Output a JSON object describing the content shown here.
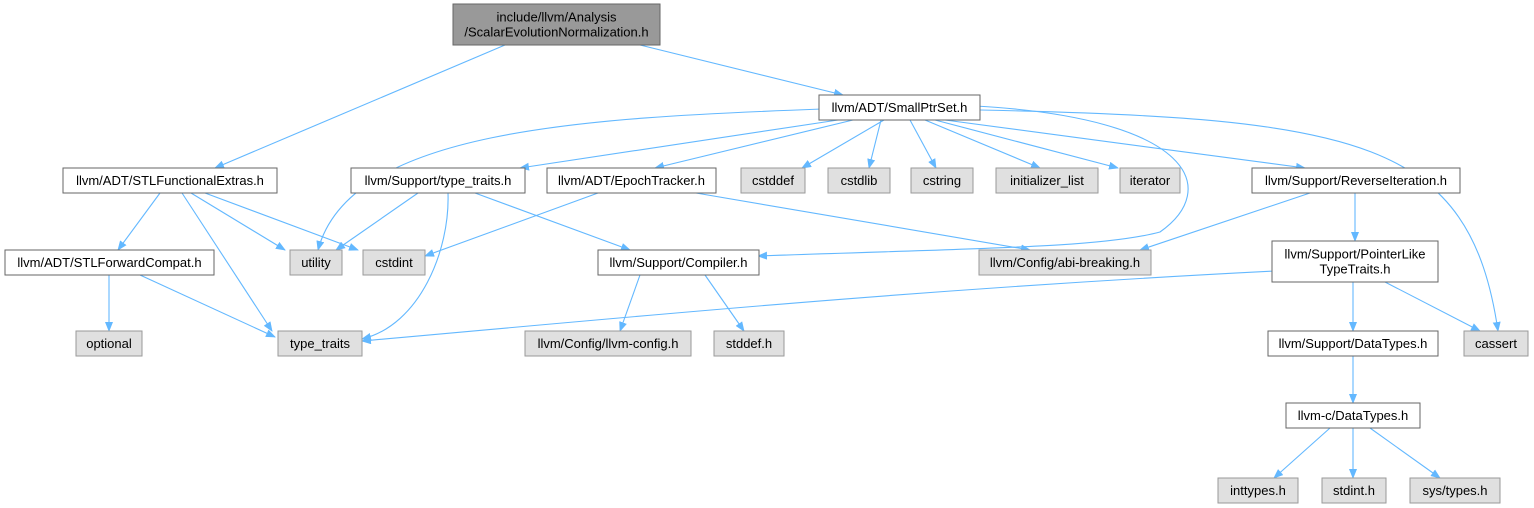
{
  "diagram": {
    "colors": {
      "root_fill": "#999999",
      "root_stroke": "#666666",
      "file_fill": "#ffffff",
      "file_stroke": "#666666",
      "system_fill": "#e0e0e0",
      "system_stroke": "#999999",
      "edge": "#63b8ff"
    },
    "nodes": {
      "root": {
        "lines": [
          "include/llvm/Analysis",
          "/ScalarEvolutionNormalization.h"
        ],
        "kind": "root"
      },
      "smallptrset": {
        "lines": [
          "llvm/ADT/SmallPtrSet.h"
        ],
        "kind": "file"
      },
      "stlfunctionalextras": {
        "lines": [
          "llvm/ADT/STLFunctionalExtras.h"
        ],
        "kind": "file"
      },
      "stlforwardcompat": {
        "lines": [
          "llvm/ADT/STLForwardCompat.h"
        ],
        "kind": "file"
      },
      "optional": {
        "lines": [
          "optional"
        ],
        "kind": "system"
      },
      "type_traits": {
        "lines": [
          "type_traits"
        ],
        "kind": "system"
      },
      "utility": {
        "lines": [
          "utility"
        ],
        "kind": "system"
      },
      "cstdint": {
        "lines": [
          "cstdint"
        ],
        "kind": "system"
      },
      "support_type_traits": {
        "lines": [
          "llvm/Support/type_traits.h"
        ],
        "kind": "file"
      },
      "epochtracker": {
        "lines": [
          "llvm/ADT/EpochTracker.h"
        ],
        "kind": "file"
      },
      "cstddef": {
        "lines": [
          "cstddef"
        ],
        "kind": "system"
      },
      "cstdlib": {
        "lines": [
          "cstdlib"
        ],
        "kind": "system"
      },
      "cstring": {
        "lines": [
          "cstring"
        ],
        "kind": "system"
      },
      "initializer_list": {
        "lines": [
          "initializer_list"
        ],
        "kind": "system"
      },
      "iterator": {
        "lines": [
          "iterator"
        ],
        "kind": "system"
      },
      "reverseiteration": {
        "lines": [
          "llvm/Support/ReverseIteration.h"
        ],
        "kind": "file"
      },
      "compiler": {
        "lines": [
          "llvm/Support/Compiler.h"
        ],
        "kind": "file"
      },
      "abibreaking": {
        "lines": [
          "llvm/Config/abi-breaking.h"
        ],
        "kind": "system"
      },
      "pointerliketypetraits": {
        "lines": [
          "llvm/Support/PointerLike",
          "TypeTraits.h"
        ],
        "kind": "file"
      },
      "llvmconfig": {
        "lines": [
          "llvm/Config/llvm-config.h"
        ],
        "kind": "system"
      },
      "stddef": {
        "lines": [
          "stddef.h"
        ],
        "kind": "system"
      },
      "cassert": {
        "lines": [
          "cassert"
        ],
        "kind": "system"
      },
      "datatypes": {
        "lines": [
          "llvm/Support/DataTypes.h"
        ],
        "kind": "file"
      },
      "llvmc_datatypes": {
        "lines": [
          "llvm-c/DataTypes.h"
        ],
        "kind": "file"
      },
      "inttypes": {
        "lines": [
          "inttypes.h"
        ],
        "kind": "system"
      },
      "stdint": {
        "lines": [
          "stdint.h"
        ],
        "kind": "system"
      },
      "systypes": {
        "lines": [
          "sys/types.h"
        ],
        "kind": "system"
      }
    },
    "edges": [
      [
        "root",
        "stlfunctionalextras"
      ],
      [
        "root",
        "smallptrset"
      ],
      [
        "stlfunctionalextras",
        "stlforwardcompat"
      ],
      [
        "stlfunctionalextras",
        "type_traits"
      ],
      [
        "stlfunctionalextras",
        "utility"
      ],
      [
        "stlfunctionalextras",
        "cstdint"
      ],
      [
        "stlforwardcompat",
        "optional"
      ],
      [
        "stlforwardcompat",
        "type_traits"
      ],
      [
        "smallptrset",
        "utility"
      ],
      [
        "smallptrset",
        "support_type_traits"
      ],
      [
        "smallptrset",
        "epochtracker"
      ],
      [
        "smallptrset",
        "cstddef"
      ],
      [
        "smallptrset",
        "cstdlib"
      ],
      [
        "smallptrset",
        "cstring"
      ],
      [
        "smallptrset",
        "initializer_list"
      ],
      [
        "smallptrset",
        "iterator"
      ],
      [
        "smallptrset",
        "reverseiteration"
      ],
      [
        "smallptrset",
        "compiler"
      ],
      [
        "smallptrset",
        "cassert"
      ],
      [
        "support_type_traits",
        "utility"
      ],
      [
        "support_type_traits",
        "type_traits"
      ],
      [
        "support_type_traits",
        "compiler"
      ],
      [
        "epochtracker",
        "cstdint"
      ],
      [
        "epochtracker",
        "abibreaking"
      ],
      [
        "reverseiteration",
        "abibreaking"
      ],
      [
        "reverseiteration",
        "pointerliketypetraits"
      ],
      [
        "compiler",
        "llvmconfig"
      ],
      [
        "compiler",
        "stddef"
      ],
      [
        "pointerliketypetraits",
        "type_traits"
      ],
      [
        "pointerliketypetraits",
        "datatypes"
      ],
      [
        "pointerliketypetraits",
        "cassert"
      ],
      [
        "datatypes",
        "llvmc_datatypes"
      ],
      [
        "llvmc_datatypes",
        "inttypes"
      ],
      [
        "llvmc_datatypes",
        "stdint"
      ],
      [
        "llvmc_datatypes",
        "systypes"
      ]
    ]
  }
}
